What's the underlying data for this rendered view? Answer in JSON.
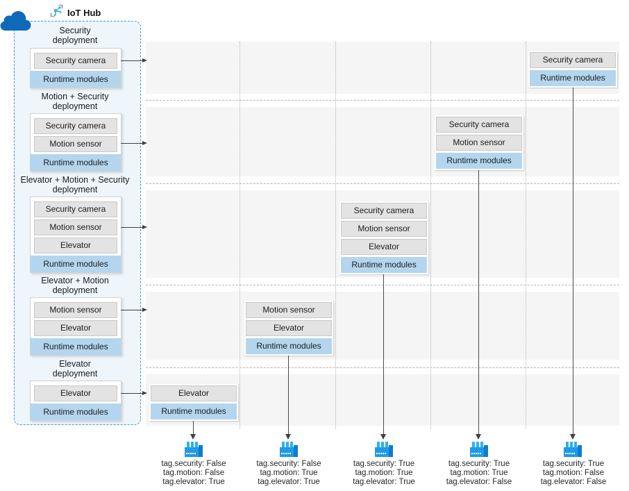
{
  "header": {
    "hub_label": "IoT Hub"
  },
  "deployments": [
    {
      "name_line1": "Security",
      "name_line2": "deployment",
      "modules": [
        "Security camera"
      ],
      "runtime": "Runtime modules"
    },
    {
      "name_line1": "Motion + Security",
      "name_line2": "deployment",
      "modules": [
        "Security camera",
        "Motion sensor"
      ],
      "runtime": "Runtime modules"
    },
    {
      "name_line1": "Elevator + Motion + Security",
      "name_line2": "deployment",
      "modules": [
        "Security camera",
        "Motion sensor",
        "Elevator"
      ],
      "runtime": "Runtime modules"
    },
    {
      "name_line1": "Elevator + Motion",
      "name_line2": "deployment",
      "modules": [
        "Motion sensor",
        "Elevator"
      ],
      "runtime": "Runtime modules"
    },
    {
      "name_line1": "Elevator",
      "name_line2": "deployment",
      "modules": [
        "Elevator"
      ],
      "runtime": "Runtime modules"
    }
  ],
  "devices": [
    {
      "modules": [
        "Elevator"
      ],
      "runtime": "Runtime modules",
      "tags": [
        "tag.security: False",
        "tag.motion: False",
        "tag.elevator: True"
      ]
    },
    {
      "modules": [
        "Motion sensor",
        "Elevator"
      ],
      "runtime": "Runtime modules",
      "tags": [
        "tag.security: False",
        "tag.motion: True",
        "tag.elevator: True"
      ]
    },
    {
      "modules": [
        "Security camera",
        "Motion sensor",
        "Elevator"
      ],
      "runtime": "Runtime modules",
      "tags": [
        "tag.security: True",
        "tag.motion: True",
        "tag.elevator: True"
      ]
    },
    {
      "modules": [
        "Security camera",
        "Motion sensor"
      ],
      "runtime": "Runtime modules",
      "tags": [
        "tag.security: True",
        "tag.motion: True",
        "tag.elevator: False"
      ]
    },
    {
      "modules": [
        "Security camera"
      ],
      "runtime": "Runtime modules",
      "tags": [
        "tag.security: True",
        "tag.motion: False",
        "tag.elevator: False"
      ]
    }
  ],
  "colors": {
    "runtime_blue": "#b3d6ee",
    "module_gray": "#e3e3e3",
    "band_gray": "#f5f5f5",
    "panel_fill": "#eef6fc",
    "panel_border": "#3f97d3",
    "cloud_blue": "#0e6ab8",
    "hub_cyan": "#31b2e9",
    "factory_body": "#219ae6",
    "factory_tower": "#0d7cd0",
    "factory_chimney": "#2bb3ef"
  }
}
